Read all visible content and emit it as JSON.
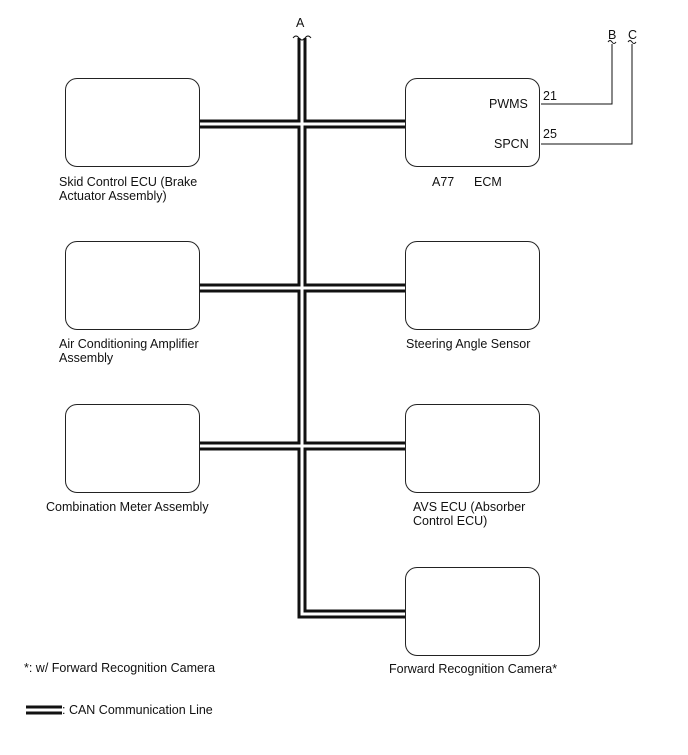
{
  "connector_labels": {
    "a": "A",
    "b": "B",
    "c": "C"
  },
  "components": {
    "skid_control_ecu": {
      "line1": "Skid Control ECU (Brake",
      "line2": "Actuator Assembly)"
    },
    "air_conditioning_amplifier": {
      "line1": "Air Conditioning Amplifier",
      "line2": "Assembly"
    },
    "combination_meter": {
      "line1": "Combination Meter Assembly"
    },
    "ecm": {
      "code": "A77",
      "name": "ECM",
      "pins": [
        {
          "signal": "PWMS",
          "number": "21"
        },
        {
          "signal": "SPCN",
          "number": "25"
        }
      ]
    },
    "steering_angle_sensor": {
      "line1": "Steering Angle Sensor"
    },
    "avs_ecu": {
      "line1": "AVS ECU (Absorber",
      "line2": "Control ECU)"
    },
    "forward_recognition_camera": {
      "line1": "Forward Recognition Camera*"
    }
  },
  "footnote": "*: w/ Forward Recognition Camera",
  "legend": {
    "can_line": ": CAN Communication Line"
  }
}
